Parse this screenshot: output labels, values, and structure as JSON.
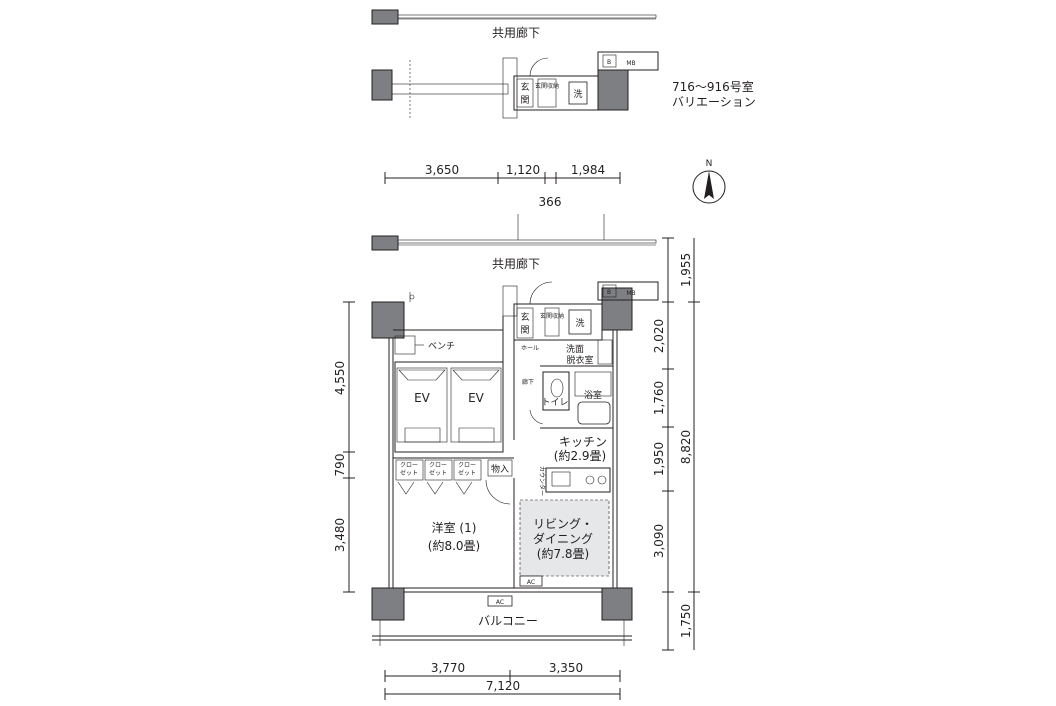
{
  "variation": {
    "corridor_label": "共用廊下",
    "units_label": "716〜916号室",
    "variation_label": "バリエーション",
    "entrance_label": [
      "玄",
      "関"
    ],
    "shoe_label": "玄関収納",
    "wash_label": "洗",
    "b_label": "B",
    "mb_label": "MB"
  },
  "compass": {
    "north_label": "N"
  },
  "dimensions": {
    "top": [
      "3,650",
      "1,120",
      "1,984"
    ],
    "top_sub": "366",
    "left": [
      "4,550",
      "790",
      "3,480"
    ],
    "right": [
      "1,955",
      "2,020",
      "1,760",
      "1,950",
      "3,090",
      "1,750"
    ],
    "right_total": "8,820",
    "bottom": [
      "3,770",
      "3,350"
    ],
    "bottom_total": "7,120"
  },
  "rooms": {
    "corridor": "共用廊下",
    "entrance": [
      "玄",
      "関"
    ],
    "shoe_storage": "玄関収納",
    "wash": "洗",
    "b": "B",
    "mb": "MB",
    "hall": "ホール",
    "washroom": [
      "洗面",
      "脱衣室"
    ],
    "hallway": "廊下",
    "toilet": "トイレ",
    "bath": "浴室",
    "bench": "ベンチ",
    "ev1": "EV",
    "ev2": "EV",
    "closet": [
      "クロー",
      "ゼット"
    ],
    "storage": "物入",
    "kitchen": [
      "キッチン",
      "(約2.9畳)"
    ],
    "counter": "カウンター",
    "bedroom": [
      "洋室 (1)",
      "(約8.0畳)"
    ],
    "living": [
      "リビング・",
      "ダイニング",
      "(約7.8畳)"
    ],
    "ac": "AC",
    "balcony": "バルコニー"
  }
}
